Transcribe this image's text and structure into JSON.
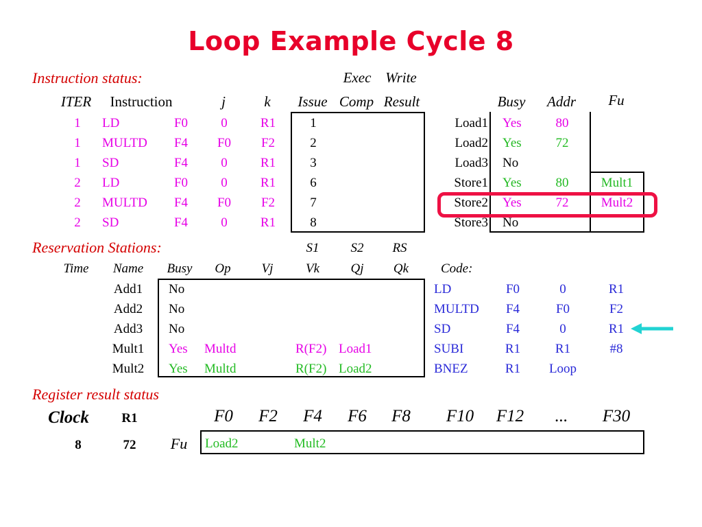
{
  "title": "Loop Example Cycle 8",
  "colors": {
    "title": "#e8002a",
    "magenta": "#e600e6",
    "green": "#22bb22",
    "blue": "#2a2ad8",
    "highlight": "#ee1144",
    "arrow": "#22d3d3"
  },
  "instruction_status": {
    "label": "Instruction status:",
    "exec_label": "Exec",
    "write_label": "Write",
    "headers": {
      "iter": "ITER",
      "instruction": "Instruction",
      "j": "j",
      "k": "k",
      "issue": "Issue",
      "comp": "Comp",
      "result": "Result"
    },
    "rows": [
      {
        "iter": "1",
        "op": "LD",
        "dest": "F0",
        "j": "0",
        "k": "R1",
        "issue": "1"
      },
      {
        "iter": "1",
        "op": "MULTD",
        "dest": "F4",
        "j": "F0",
        "k": "F2",
        "issue": "2"
      },
      {
        "iter": "1",
        "op": "SD",
        "dest": "F4",
        "j": "0",
        "k": "R1",
        "issue": "3"
      },
      {
        "iter": "2",
        "op": "LD",
        "dest": "F0",
        "j": "0",
        "k": "R1",
        "issue": "6"
      },
      {
        "iter": "2",
        "op": "MULTD",
        "dest": "F4",
        "j": "F0",
        "k": "F2",
        "issue": "7"
      },
      {
        "iter": "2",
        "op": "SD",
        "dest": "F4",
        "j": "0",
        "k": "R1",
        "issue": "8"
      }
    ]
  },
  "buffers": {
    "headers": {
      "busy": "Busy",
      "addr": "Addr",
      "fu": "Fu"
    },
    "rows": [
      {
        "name": "Load1",
        "busy": "Yes",
        "addr": "80",
        "fu": ""
      },
      {
        "name": "Load2",
        "busy": "Yes",
        "addr": "72",
        "fu": ""
      },
      {
        "name": "Load3",
        "busy": "No",
        "addr": "",
        "fu": ""
      },
      {
        "name": "Store1",
        "busy": "Yes",
        "addr": "80",
        "fu": "Mult1"
      },
      {
        "name": "Store2",
        "busy": "Yes",
        "addr": "72",
        "fu": "Mult2"
      },
      {
        "name": "Store3",
        "busy": "No",
        "addr": "",
        "fu": ""
      }
    ]
  },
  "reservation_stations": {
    "label": "Reservation Stations:",
    "top_headers": {
      "s1": "S1",
      "s2": "S2",
      "rs": "RS"
    },
    "headers": {
      "time": "Time",
      "name": "Name",
      "busy": "Busy",
      "op": "Op",
      "vj": "Vj",
      "vk": "Vk",
      "qj": "Qj",
      "qk": "Qk",
      "code": "Code:"
    },
    "rows": [
      {
        "name": "Add1",
        "busy": "No",
        "op": "",
        "vk": "",
        "qj": ""
      },
      {
        "name": "Add2",
        "busy": "No",
        "op": "",
        "vk": "",
        "qj": ""
      },
      {
        "name": "Add3",
        "busy": "No",
        "op": "",
        "vk": "",
        "qj": ""
      },
      {
        "name": "Mult1",
        "busy": "Yes",
        "op": "Multd",
        "vk": "R(F2)",
        "qj": "Load1"
      },
      {
        "name": "Mult2",
        "busy": "Yes",
        "op": "Multd",
        "vk": "R(F2)",
        "qj": "Load2"
      }
    ],
    "code": [
      {
        "op": "LD",
        "a": "F0",
        "b": "0",
        "c": "R1"
      },
      {
        "op": "MULTD",
        "a": "F4",
        "b": "F0",
        "c": "F2"
      },
      {
        "op": "SD",
        "a": "F4",
        "b": "0",
        "c": "R1"
      },
      {
        "op": "SUBI",
        "a": "R1",
        "b": "R1",
        "c": "#8"
      },
      {
        "op": "BNEZ",
        "a": "R1",
        "b": "Loop",
        "c": ""
      }
    ]
  },
  "register_status": {
    "label": "Register result status",
    "clock_label": "Clock",
    "r1_label": "R1",
    "clock_value": "8",
    "r1_value": "72",
    "fu_label": "Fu",
    "registers": [
      "F0",
      "F2",
      "F4",
      "F6",
      "F8",
      "F10",
      "F12",
      "...",
      "F30"
    ],
    "fu_values": [
      "Load2",
      "",
      "Mult2",
      "",
      "",
      "",
      "",
      "",
      ""
    ]
  }
}
